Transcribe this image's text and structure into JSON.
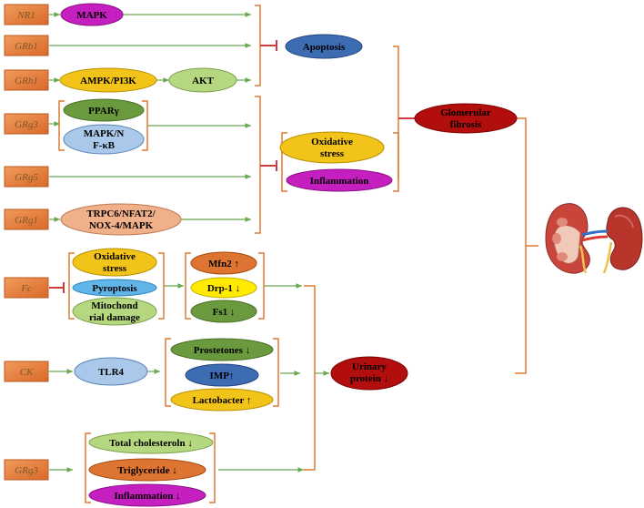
{
  "sources": {
    "nr1": "NR1",
    "grb1": "GRb1",
    "grh1": "GRh1",
    "grg3_top": "GRg3",
    "grg5": "GRg5",
    "grg1": "GRg1",
    "fc": "Fc",
    "ck": "CK",
    "grg3_bottom": "GRg3"
  },
  "nodes": {
    "mapk": "MAPK",
    "ampk_pi3k": "AMPK/PI3K",
    "akt": "AKT",
    "ppar": "PPARγ",
    "mapk_nfkb": [
      "MAPK/N",
      "F-κB"
    ],
    "trpc6": [
      "TRPC6/NFAT2/",
      "NOX-4/MAPK"
    ],
    "apoptosis": "Apoptosis",
    "oxidative_top": [
      "Oxidative",
      "stress"
    ],
    "inflammation_top": "Inflammation",
    "glomerular": [
      "Glomerular",
      "fibrosis"
    ],
    "oxidative_fc": [
      "Oxidative",
      "stress"
    ],
    "pyroptosis": "Pyroptosis",
    "mito": [
      "Mitochond",
      "rial damage"
    ],
    "mfn2": "Mfn2 ↑",
    "drp1": "Drp-1 ↓",
    "fs1": "Fs1 ↓",
    "tlr4": "TLR4",
    "prostetones": "Prostetones ↓",
    "imp": "IMP↑",
    "lactobacter": "Lactobacter ↑",
    "urinary": [
      "Urinary",
      "protein ↓"
    ],
    "total_chol": "Total cholesteroln ↓",
    "triglyceride": "Triglyceride ↓",
    "inflammation_bottom": "Inflammation ↓"
  },
  "colors": {
    "source_box": "#e6813a",
    "arrow": "#6aa84f",
    "bracket": "#e07a2f",
    "inhibit": "#d03b3b",
    "magenta": "#c51fbf",
    "yellow": "#f2c318",
    "green": "#6b9a3e",
    "light_green": "#b5d77f",
    "light_blue": "#a9c8ea",
    "blue": "#3d6cb2",
    "salmon": "#f0b08a",
    "cyan": "#62b5e8",
    "orange": "#dd7431",
    "dark_red": "#b20e0e"
  },
  "icons": {
    "kidney": "kidney-illustration-icon"
  }
}
